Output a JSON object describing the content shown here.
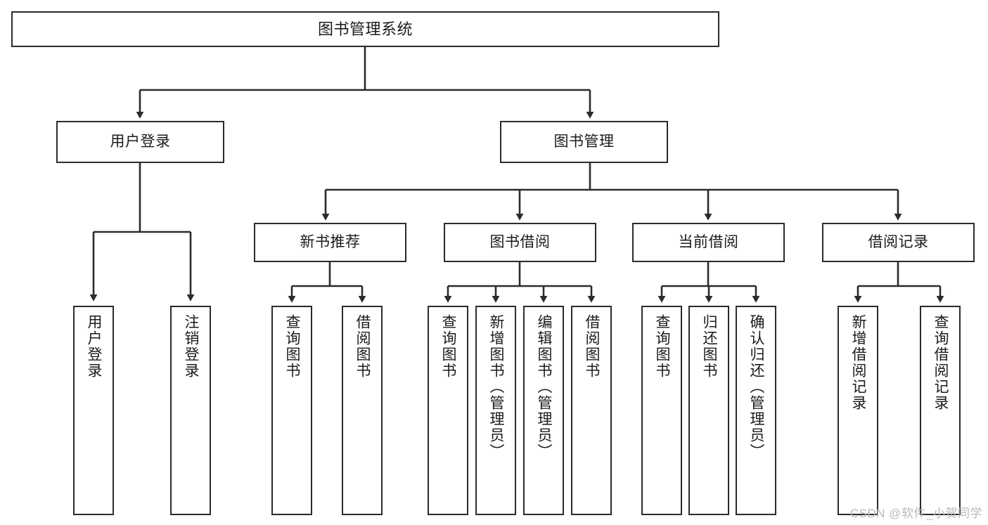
{
  "diagram": {
    "title": "图书管理系统",
    "type": "functional-structure-tree",
    "watermark": "CSDN @软件_小贺同学",
    "colors": {
      "background": "#ffffff",
      "box_border": "#2b2b2b",
      "box_fill": "#ffffff",
      "text": "#1b1b1b",
      "edge": "#2b2b2b",
      "watermark": "#b9b9b9"
    },
    "levels": {
      "level0": [
        "图书管理系统"
      ],
      "level1": [
        "用户登录",
        "图书管理"
      ],
      "level2": [
        "新书推荐",
        "图书借阅",
        "当前借阅",
        "借阅记录"
      ],
      "level3": [
        "用户登录",
        "注销登录",
        "查询图书",
        "借阅图书",
        "查询图书",
        "新增图书（管理员）",
        "编辑图书（管理员）",
        "借阅图书",
        "查询图书",
        "归还图书",
        "确认归还（管理员）",
        "新增借阅记录",
        "查询借阅记录"
      ]
    },
    "nodes": {
      "root": {
        "label": "图书管理系统"
      },
      "user_login": {
        "label": "用户登录"
      },
      "book_manage": {
        "label": "图书管理"
      },
      "new_book_rec": {
        "label": "新书推荐"
      },
      "book_borrow": {
        "label": "图书借阅"
      },
      "current_borrow": {
        "label": "当前借阅"
      },
      "borrow_record": {
        "label": "借阅记录"
      },
      "leaf_user_login": {
        "label": "用户登录"
      },
      "leaf_logout": {
        "label": "注销登录"
      },
      "leaf_query_book_1": {
        "label": "查询图书"
      },
      "leaf_borrow_book_1": {
        "label": "借阅图书"
      },
      "leaf_query_book_2": {
        "label": "查询图书"
      },
      "leaf_add_book": {
        "label": "新增图书（管理员）"
      },
      "leaf_edit_book": {
        "label": "编辑图书（管理员）"
      },
      "leaf_borrow_book_2": {
        "label": "借阅图书"
      },
      "leaf_query_book_3": {
        "label": "查询图书"
      },
      "leaf_return_book": {
        "label": "归还图书"
      },
      "leaf_confirm_return": {
        "label": "确认归还（管理员）"
      },
      "leaf_add_record": {
        "label": "新增借阅记录"
      },
      "leaf_query_record": {
        "label": "查询借阅记录"
      }
    },
    "edges": [
      {
        "from": "root",
        "to": "user_login"
      },
      {
        "from": "root",
        "to": "book_manage"
      },
      {
        "from": "user_login",
        "to": "leaf_user_login"
      },
      {
        "from": "user_login",
        "to": "leaf_logout"
      },
      {
        "from": "book_manage",
        "to": "new_book_rec"
      },
      {
        "from": "book_manage",
        "to": "book_borrow"
      },
      {
        "from": "book_manage",
        "to": "current_borrow"
      },
      {
        "from": "book_manage",
        "to": "borrow_record"
      },
      {
        "from": "new_book_rec",
        "to": "leaf_query_book_1"
      },
      {
        "from": "new_book_rec",
        "to": "leaf_borrow_book_1"
      },
      {
        "from": "book_borrow",
        "to": "leaf_query_book_2"
      },
      {
        "from": "book_borrow",
        "to": "leaf_add_book"
      },
      {
        "from": "book_borrow",
        "to": "leaf_edit_book"
      },
      {
        "from": "book_borrow",
        "to": "leaf_borrow_book_2"
      },
      {
        "from": "current_borrow",
        "to": "leaf_query_book_3"
      },
      {
        "from": "current_borrow",
        "to": "leaf_return_book"
      },
      {
        "from": "current_borrow",
        "to": "leaf_confirm_return"
      },
      {
        "from": "borrow_record",
        "to": "leaf_add_record"
      },
      {
        "from": "borrow_record",
        "to": "leaf_query_record"
      }
    ]
  }
}
